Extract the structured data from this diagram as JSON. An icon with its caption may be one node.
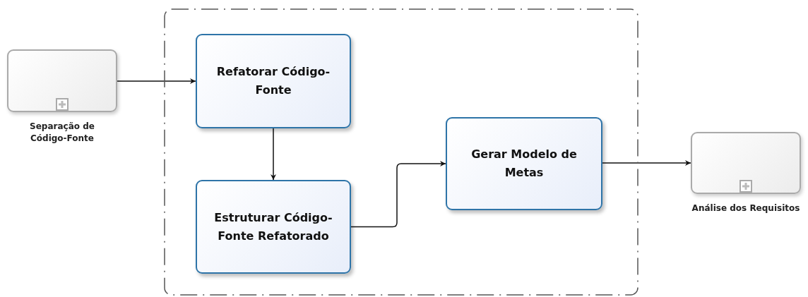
{
  "diagram": {
    "nodes": [
      {
        "text": [
          "Separação de Código-Fonte"
        ]
      },
      {
        "text": [],
        "shape": "box"
      },
      {
        "text": [
          "Refatorar Código-Fonte"
        ],
        "in": 1
      },
      {
        "text": [
          "Estruturar Código-Fonte Refatorado"
        ],
        "in": 1
      },
      {
        "text": [
          "Gerar Modelo de Metas"
        ],
        "in": 1
      },
      {
        "text": [
          "Análise dos Requisitos"
        ]
      }
    ],
    "edges": [
      {
        "from": 0,
        "to": 2,
        "arrow": "to"
      },
      {
        "from": 2,
        "to": 3,
        "arrow": "to"
      },
      {
        "from": 3,
        "to": 4,
        "arrow": "to"
      },
      {
        "from": 4,
        "to": 5,
        "arrow": "to"
      }
    ]
  }
}
